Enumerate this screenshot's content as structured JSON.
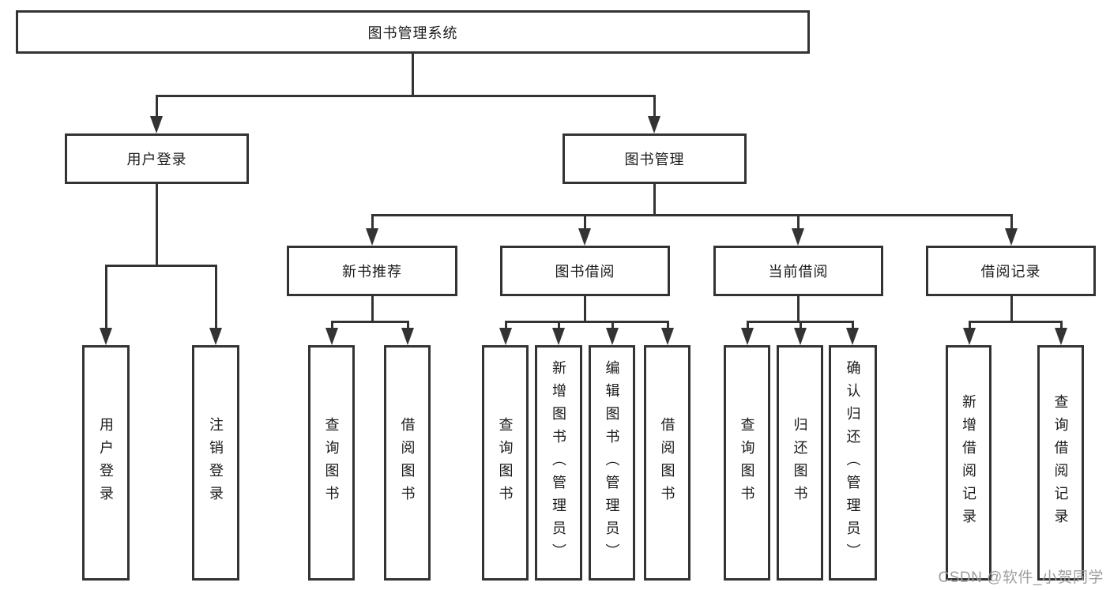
{
  "tree": {
    "root": {
      "label": "图书管理系统"
    },
    "branches": [
      {
        "label": "用户登录",
        "children": [
          {
            "label": "用户登录"
          },
          {
            "label": "注销登录"
          }
        ]
      },
      {
        "label": "图书管理",
        "children": [
          {
            "label": "新书推荐",
            "children": [
              {
                "label": "查询图书"
              },
              {
                "label": "借阅图书"
              }
            ]
          },
          {
            "label": "图书借阅",
            "children": [
              {
                "label": "查询图书"
              },
              {
                "label": "新增图书（管理员）"
              },
              {
                "label": "编辑图书（管理员）"
              },
              {
                "label": "借阅图书"
              }
            ]
          },
          {
            "label": "当前借阅",
            "children": [
              {
                "label": "查询图书"
              },
              {
                "label": "归还图书"
              },
              {
                "label": "确认归还（管理员）"
              }
            ]
          },
          {
            "label": "借阅记录",
            "children": [
              {
                "label": "新增借阅记录"
              },
              {
                "label": "查询借阅记录"
              }
            ]
          }
        ]
      }
    ]
  },
  "watermark": "CSDN @软件_小贺同学",
  "colors": {
    "line": "#333333",
    "text": "#1a1a1a",
    "watermark": "#9e9e9e",
    "background": "#ffffff"
  }
}
